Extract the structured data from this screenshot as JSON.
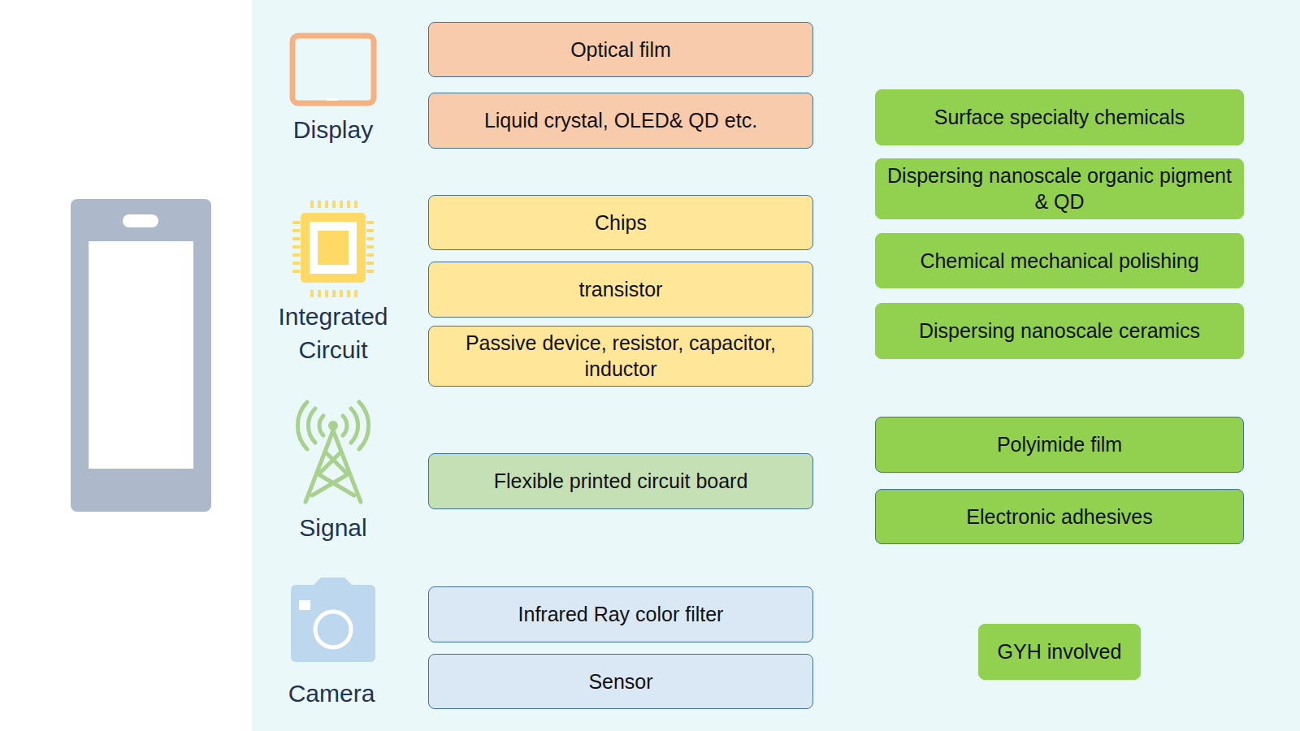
{
  "diagram": {
    "nodes": [
      {
        "text": [
          "Optical film"
        ]
      },
      {
        "text": [
          "Liquid crystal, OLED& QD etc."
        ]
      },
      {
        "text": [
          "Chips"
        ]
      },
      {
        "text": [
          "transistor"
        ]
      },
      {
        "text": [
          "Passive device, resistor, capacitor, inductor"
        ]
      },
      {
        "text": [
          "Flexible printed circuit board"
        ]
      },
      {
        "text": [
          "Infrared Ray color filter"
        ]
      },
      {
        "text": [
          "Sensor"
        ]
      },
      {
        "text": [
          "Surface specialty chemicals"
        ]
      },
      {
        "text": [
          "Dispersing nanoscale organic pigment & QD"
        ]
      },
      {
        "text": [
          "Chemical mechanical polishing"
        ]
      },
      {
        "text": [
          "Dispersing nanoscale ceramics"
        ]
      },
      {
        "text": [
          "Polyimide film"
        ]
      },
      {
        "text": [
          "Electronic adhesives"
        ]
      },
      {
        "text": [
          "GYH involved"
        ]
      }
    ],
    "labels": [
      "Display",
      "Integrated Circuit",
      "Signal",
      "Camera"
    ]
  }
}
